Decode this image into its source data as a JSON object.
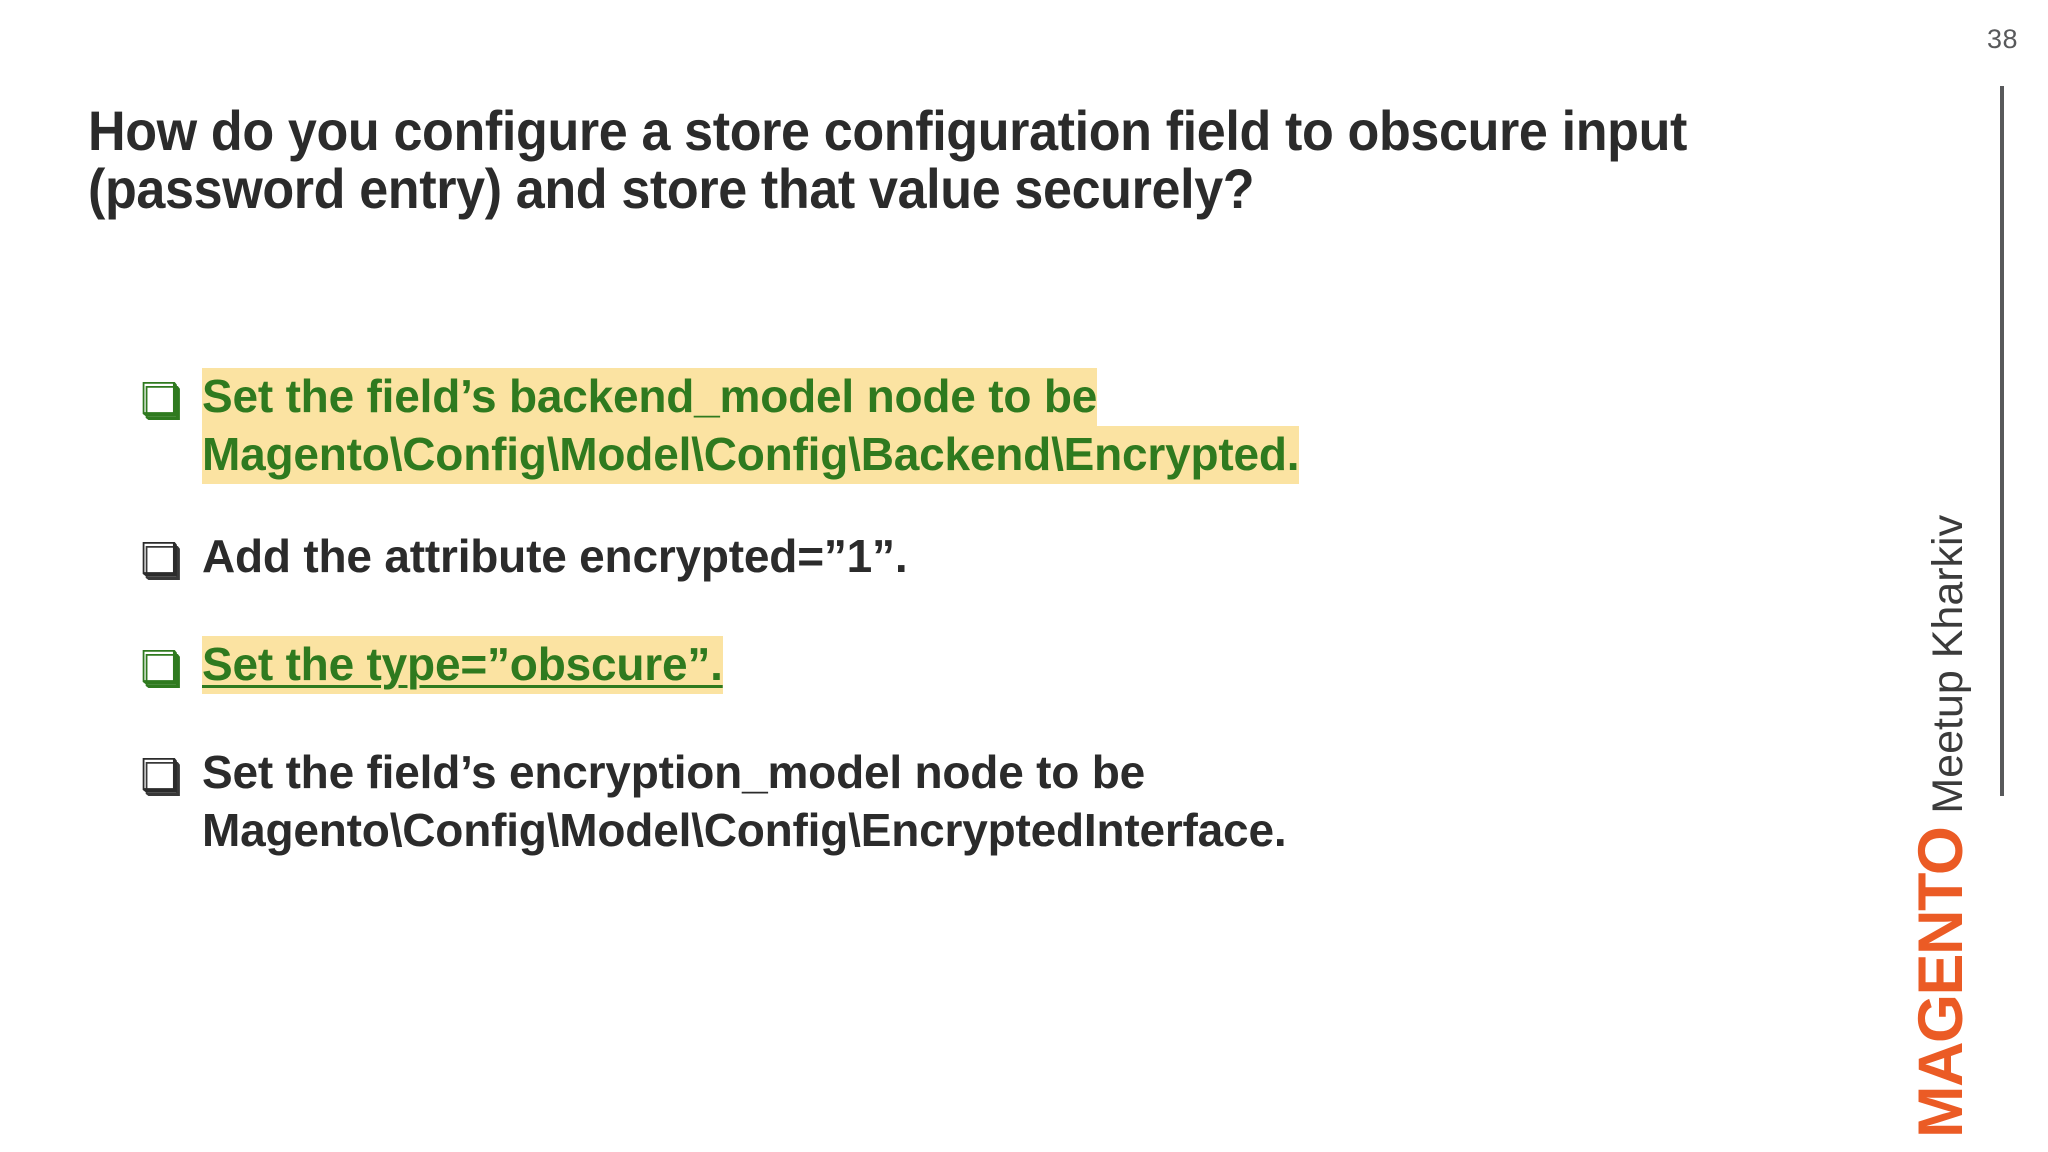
{
  "slide": {
    "page_number": "38",
    "title": "How do you configure a store configuration field to obscure input (password entry) and store that value securely?",
    "title_lines": [
      "How do you configure a store configuration field to obscure",
      "input (password entry) and store that value securely?"
    ],
    "bullet_glyph": "❑",
    "bullets": [
      {
        "id": "bullet-backend-model",
        "highlighted": true,
        "underlined": false,
        "color": "#2f7a1f",
        "lines": [
          "Set the field’s backend_model node to be",
          "Magento\\Config\\Model\\Config\\Backend\\Encrypted."
        ],
        "text": "Set the field’s backend_model node to be Magento\\Config\\Model\\Config\\Backend\\Encrypted."
      },
      {
        "id": "bullet-encrypted-attribute",
        "highlighted": false,
        "underlined": false,
        "color": "#2b2b2b",
        "lines": [
          "Add the attribute encrypted=”1”."
        ],
        "text": "Add the attribute encrypted=”1”."
      },
      {
        "id": "bullet-type-obscure",
        "highlighted": true,
        "underlined": true,
        "color": "#2f7a1f",
        "lines": [
          "Set the type=”obscure”."
        ],
        "text": "Set the type=”obscure”."
      },
      {
        "id": "bullet-encryption-model",
        "highlighted": false,
        "underlined": false,
        "color": "#2b2b2b",
        "lines": [
          "Set the field’s encryption_model node to be",
          "Magento\\Config\\Model\\Config\\EncryptedInterface."
        ],
        "text": "Set the field’s encryption_model node to be Magento\\Config\\Model\\Config\\EncryptedInterface."
      }
    ]
  },
  "brand": {
    "primary": "MAGENTO",
    "secondary": "Meetup Kharkiv",
    "primary_color": "#eb5b25",
    "secondary_color": "#3b3b3b"
  },
  "colors": {
    "highlight": "#fbe3a2",
    "green": "#2f7a1f",
    "text": "#2b2b2b",
    "rule": "#58595b",
    "background": "#ffffff"
  }
}
